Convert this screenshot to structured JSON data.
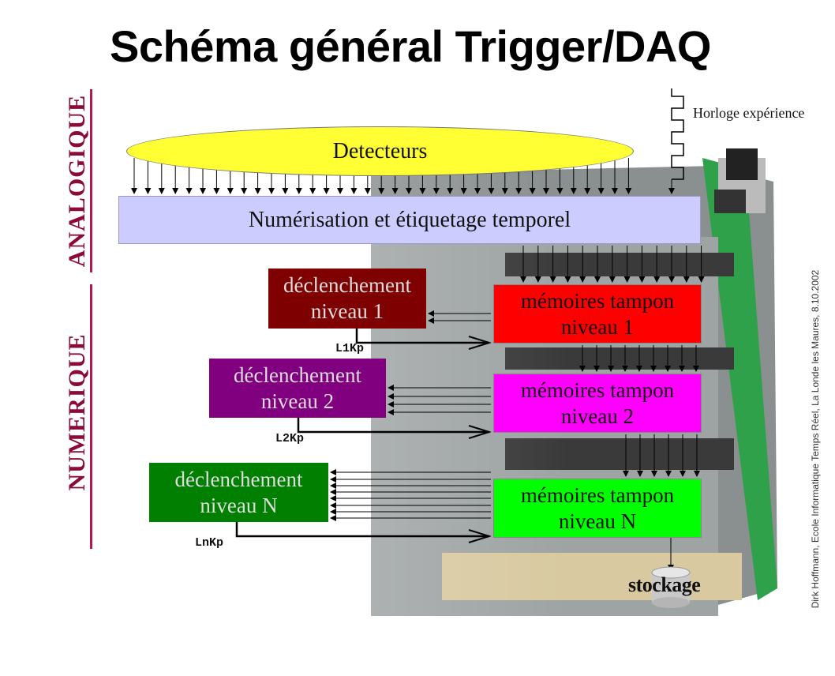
{
  "title": "Schéma général Trigger/DAQ",
  "side_labels": {
    "analogique": "ANALOGIQUE",
    "numerique": "NUMERIQUE"
  },
  "clock_label": "Horloge expérience",
  "detectors_label": "Detecteurs",
  "digitization_label": "Numérisation et étiquetage temporel",
  "triggers": [
    {
      "line1": "déclenchement",
      "line2": "niveau 1",
      "signal": "L1Kp"
    },
    {
      "line1": "déclenchement",
      "line2": "niveau 2",
      "signal": "L2Kp"
    },
    {
      "line1": "déclenchement",
      "line2": "niveau N",
      "signal": "LnKp"
    }
  ],
  "buffers": [
    {
      "line1": "mémoires tampon",
      "line2": "niveau 1"
    },
    {
      "line1": "mémoires tampon",
      "line2": "niveau 2"
    },
    {
      "line1": "mémoires tampon",
      "line2": "niveau N"
    }
  ],
  "storage_label": "stockage",
  "credit": "Dirk Hoffmann, Ecole Informatique Temps Réel, La Londe les Maures, 8.10.2002",
  "colors": {
    "trigger1": "#7f0000",
    "trigger2": "#800080",
    "triggerN": "#007f00",
    "buffer1": "#ff0000",
    "buffer2": "#ff00ff",
    "bufferN": "#00ff00",
    "detectors": "#ffff33",
    "digitization": "#ccccff",
    "side_label": "#8b0a3a"
  }
}
